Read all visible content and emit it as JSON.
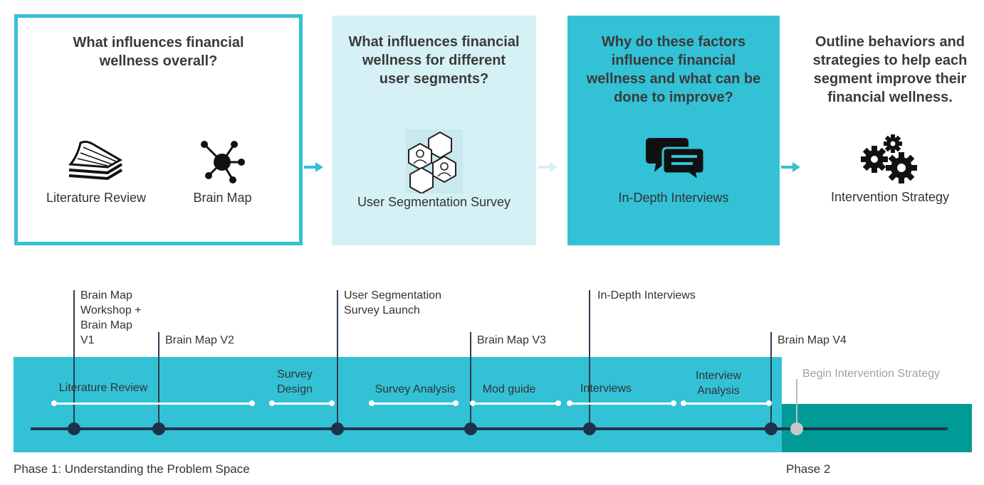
{
  "stages": [
    {
      "question": "What influences financial\nwellness overall?",
      "tools": [
        "Literature Review",
        "Brain Map"
      ]
    },
    {
      "question": "What influences financial\nwellness for different\nuser segments?",
      "tools": [
        "User Segmentation Survey"
      ]
    },
    {
      "question": "Why do these factors\ninfluence financial\nwellness and what can be\ndone to improve?",
      "tools": [
        "In-Depth Interviews"
      ]
    },
    {
      "question": "Outline behaviors and\nstrategies to help each\nsegment improve their\nfinancial wellness.",
      "tools": [
        "Intervention Strategy"
      ]
    }
  ],
  "timeline": {
    "milestones": [
      "Brain Map\nWorkshop +\nBrain Map\nV1",
      "Brain Map V2",
      "User Segmentation\nSurvey Launch",
      "Brain Map V3",
      "In-Depth Interviews",
      "Brain Map V4"
    ],
    "activities": [
      "Literature Review",
      "Survey\nDesign",
      "Survey Analysis",
      "Mod guide",
      "Interviews",
      "Interview\nAnalysis"
    ],
    "phase2_activity": "Begin Intervention Strategy",
    "phase1_label": "Phase 1: Understanding the Problem Space",
    "phase2_label": "Phase 2"
  },
  "colors": {
    "accent": "#33c1d6",
    "light": "#d6f1f5",
    "phase2": "#009b96",
    "line": "#1d3249"
  }
}
